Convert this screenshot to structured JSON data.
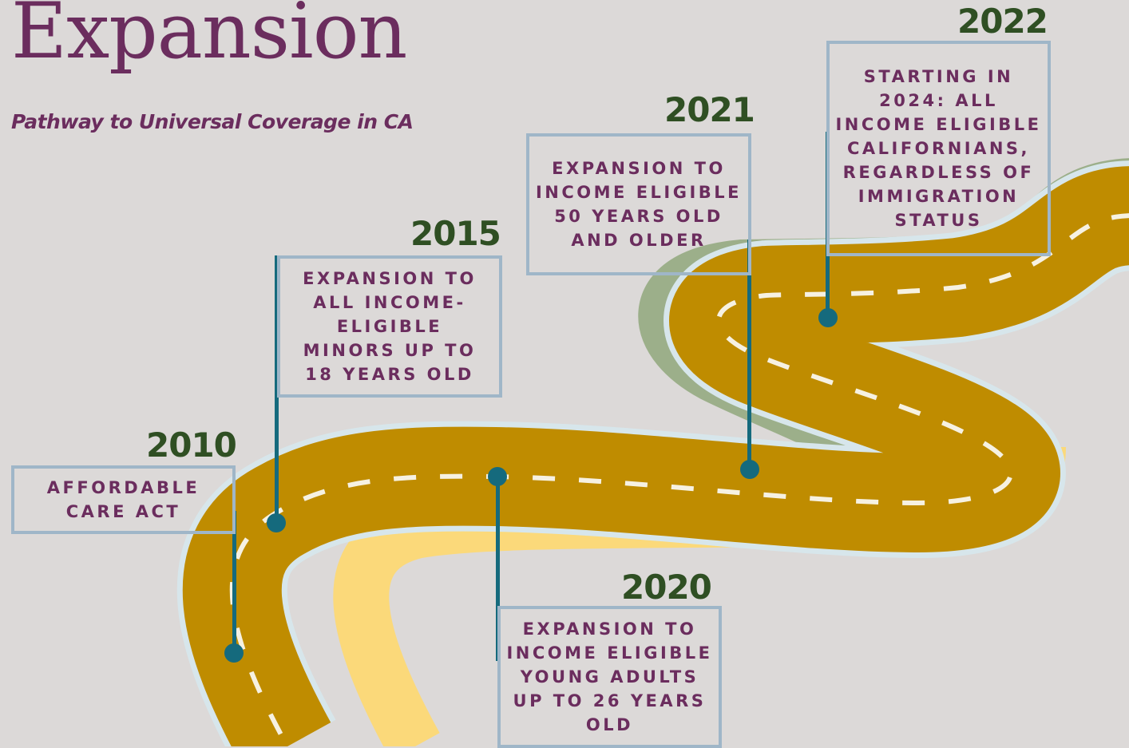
{
  "title": "Expansion",
  "subtitle": "Pathway to Universal Coverage in CA",
  "colors": {
    "background": "#dcd9d8",
    "title": "#6b2d5e",
    "year": "#2f4f23",
    "road": "#bf8c00",
    "road_edge_light": "#d7e6eb",
    "road_shadow_yellow": "#fbd97a",
    "road_shadow_green": "#9caf8a",
    "pole": "#156a7d",
    "box_border": "#9fb6c8"
  },
  "milestones": [
    {
      "year": "2010",
      "text": "AFFORDABLE CARE ACT"
    },
    {
      "year": "2015",
      "text": "EXPANSION TO ALL INCOME-ELIGIBLE MINORS UP TO 18 YEARS OLD"
    },
    {
      "year": "2020",
      "text": "EXPANSION TO INCOME ELIGIBLE YOUNG ADULTS UP TO 26 YEARS OLD"
    },
    {
      "year": "2021",
      "text": "EXPANSION TO INCOME ELIGIBLE 50 YEARS OLD AND OLDER"
    },
    {
      "year": "2022",
      "text": "STARTING IN 2024: ALL INCOME ELIGIBLE CALIFORNIANS, REGARDLESS OF IMMIGRATION STATUS"
    }
  ]
}
